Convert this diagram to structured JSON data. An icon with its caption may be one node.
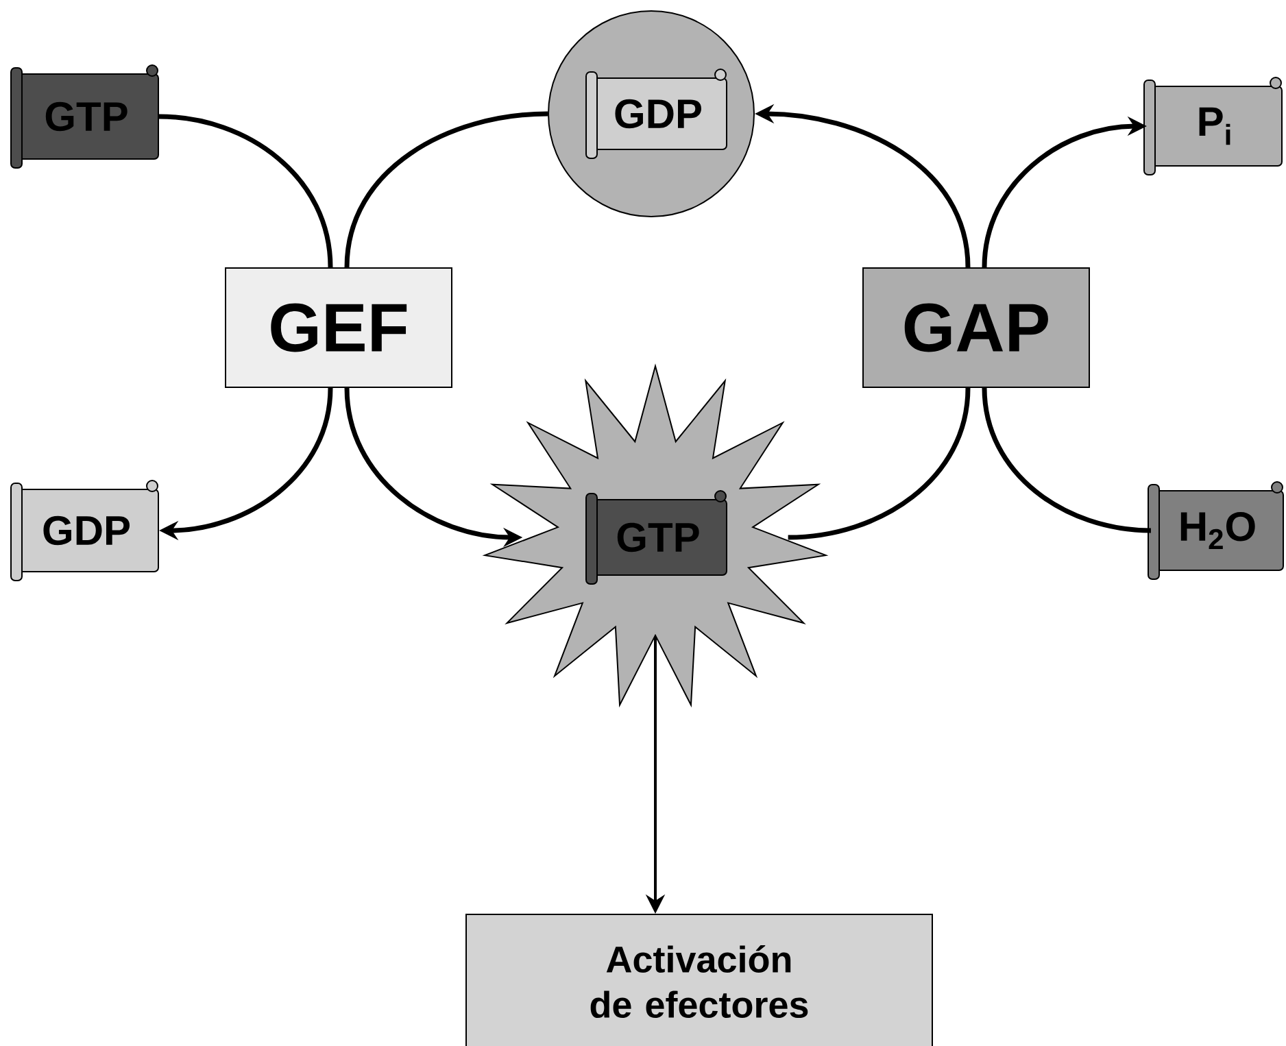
{
  "diagram": {
    "nodes": [
      {
        "text": [
          "GTP"
        ]
      },
      {
        "text": [],
        "shape": "circle"
      },
      {
        "text": [
          "GDP"
        ],
        "in": 1
      },
      {
        "text": [
          "P$_{i}$"
        ]
      },
      {
        "text": [
          "GEF"
        ]
      },
      {
        "text": [
          "GAP"
        ]
      },
      {
        "text": [
          "GDP"
        ]
      },
      {
        "text": [],
        "shape": "starburst"
      },
      {
        "text": [
          "GTP"
        ],
        "in": 7
      },
      {
        "text": [
          "H$_{2}$O"
        ]
      },
      {
        "text": [
          "Activación de efectores"
        ]
      }
    ],
    "edges": [
      {
        "from": 0,
        "to": 4,
        "arrow": "none"
      },
      {
        "from": 1,
        "to": 4,
        "arrow": "none"
      },
      {
        "from": 4,
        "to": 6,
        "arrow": "to"
      },
      {
        "from": 4,
        "to": 7,
        "arrow": "to"
      },
      {
        "from": 7,
        "to": 5,
        "arrow": "none"
      },
      {
        "from": 9,
        "to": 5,
        "arrow": "none"
      },
      {
        "from": 5,
        "to": 1,
        "arrow": "to"
      },
      {
        "from": 5,
        "to": 3,
        "arrow": "to"
      },
      {
        "from": 7,
        "to": 10,
        "arrow": "to"
      }
    ]
  }
}
